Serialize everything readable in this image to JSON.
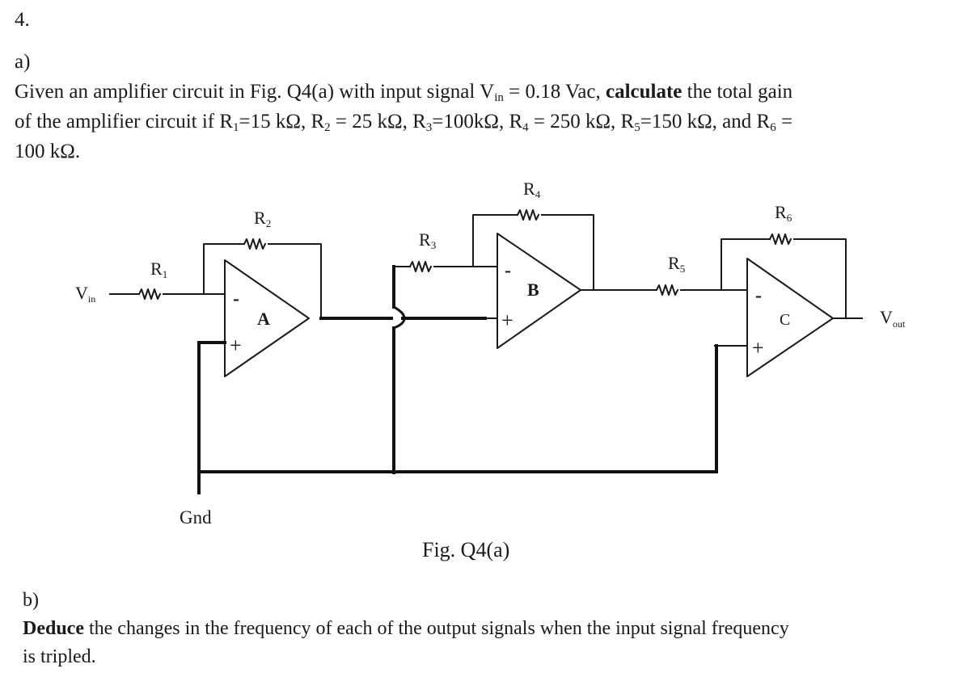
{
  "question": {
    "number": "4.",
    "part_a": {
      "label": "a)",
      "line1": {
        "t1": "Given an amplifier circuit in Fig. Q4(a) with input signal V",
        "t1_sub": "in",
        "t2": " = 0.18 Vac, ",
        "bold": "calculate",
        "t3": " the total gain"
      },
      "line2": {
        "t1": "of the amplifier circuit if R",
        "s1": "1",
        "t2": "=15 kΩ, R",
        "s2": "2",
        "t3": " = 25 kΩ, R",
        "s3": "3",
        "t4": "=100kΩ, R",
        "s4": "4",
        "t5": " = 250 kΩ, R",
        "s5": "5",
        "t6": "=150 kΩ, and R",
        "s6": "6",
        "t7": " ="
      },
      "line3": "100 kΩ."
    },
    "part_b": {
      "label": "b)",
      "bold": "Deduce",
      "line1_rest": " the changes in the frequency of each of the output signals when the input signal frequency",
      "line2": "is tripled."
    }
  },
  "figure": {
    "caption": "Fig. Q4(a)",
    "labels": {
      "vin": "V",
      "vin_sub": "in",
      "vout": "V",
      "vout_sub": "out",
      "gnd": "Gnd",
      "r1": "R",
      "r1_sub": "1",
      "r2": "R",
      "r2_sub": "2",
      "r3": "R",
      "r3_sub": "3",
      "r4": "R",
      "r4_sub": "4",
      "r5": "R",
      "r5_sub": "5",
      "r6": "R",
      "r6_sub": "6",
      "opamp_a": "A",
      "opamp_b": "B",
      "opamp_c": "C",
      "minus": "-",
      "plus": "+"
    }
  }
}
